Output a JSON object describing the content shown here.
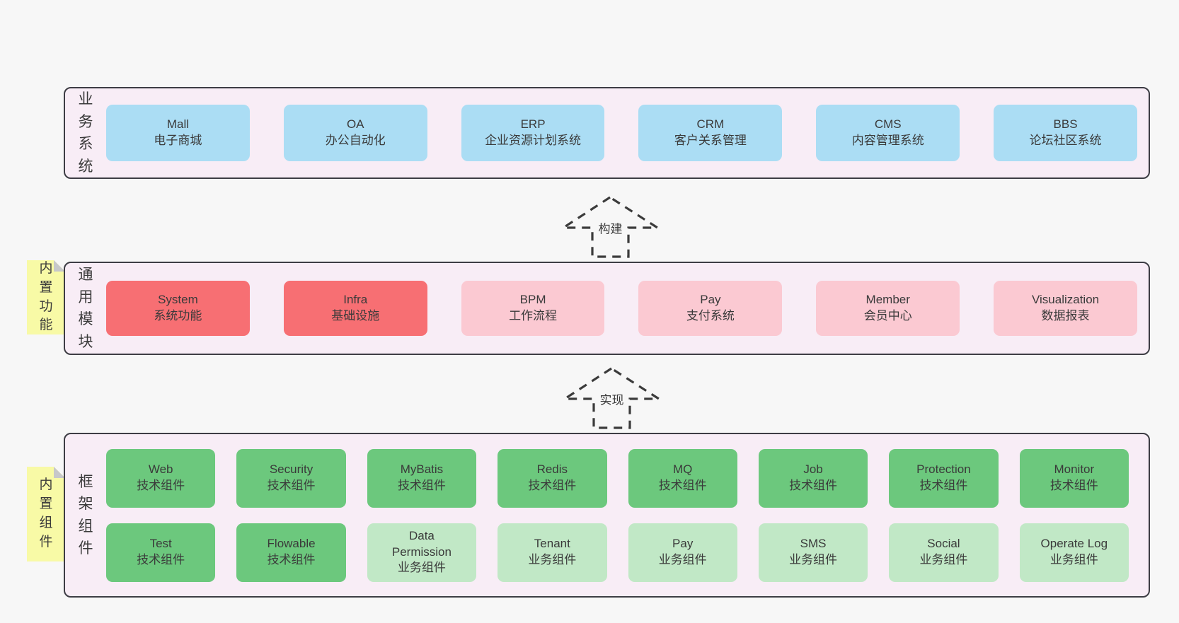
{
  "colors": {
    "page_bg": "#f7f7f7",
    "panel_bg": "#f8edf6",
    "panel_border": "#3d3d44",
    "blue_box": "#abddf4",
    "red_box": "#f76f73",
    "pink_box": "#fbc9d2",
    "green_box": "#6cc87d",
    "light_green_box": "#c1e8c6",
    "sticky_yellow": "#f8faa6",
    "sticky_fold_gray": "#c7c8ca",
    "text": "#3a3a3a"
  },
  "business": {
    "label": "业务系统",
    "boxes": [
      {
        "title": "Mall",
        "subtitle": "电子商城"
      },
      {
        "title": "OA",
        "subtitle": "办公自动化"
      },
      {
        "title": "ERP",
        "subtitle": "企业资源计划系统"
      },
      {
        "title": "CRM",
        "subtitle": "客户关系管理"
      },
      {
        "title": "CMS",
        "subtitle": "内容管理系统"
      },
      {
        "title": "BBS",
        "subtitle": "论坛社区系统"
      }
    ]
  },
  "arrows": {
    "build": "构建",
    "implement": "实现"
  },
  "modules": {
    "label": "通用模块",
    "sticky": "内置功能",
    "boxes": [
      {
        "title": "System",
        "subtitle": "系统功能",
        "variant": "red"
      },
      {
        "title": "Infra",
        "subtitle": "基础设施",
        "variant": "red"
      },
      {
        "title": "BPM",
        "subtitle": "工作流程",
        "variant": "pink"
      },
      {
        "title": "Pay",
        "subtitle": "支付系统",
        "variant": "pink"
      },
      {
        "title": "Member",
        "subtitle": "会员中心",
        "variant": "pink"
      },
      {
        "title": "Visualization",
        "subtitle": "数据报表",
        "variant": "pink"
      }
    ]
  },
  "framework": {
    "label": "框架组件",
    "sticky": "内置组件",
    "row1": [
      {
        "title": "Web",
        "subtitle": "技术组件",
        "variant": "green"
      },
      {
        "title": "Security",
        "subtitle": "技术组件",
        "variant": "green"
      },
      {
        "title": "MyBatis",
        "subtitle": "技术组件",
        "variant": "green"
      },
      {
        "title": "Redis",
        "subtitle": "技术组件",
        "variant": "green"
      },
      {
        "title": "MQ",
        "subtitle": "技术组件",
        "variant": "green"
      },
      {
        "title": "Job",
        "subtitle": "技术组件",
        "variant": "green"
      },
      {
        "title": "Protection",
        "subtitle": "技术组件",
        "variant": "green"
      },
      {
        "title": "Monitor",
        "subtitle": "技术组件",
        "variant": "green"
      }
    ],
    "row2": [
      {
        "title": "Test",
        "subtitle": "技术组件",
        "variant": "green"
      },
      {
        "title": "Flowable",
        "subtitle": "技术组件",
        "variant": "green"
      },
      {
        "title": "Data Permission",
        "subtitle": "业务组件",
        "variant": "lightgreen"
      },
      {
        "title": "Tenant",
        "subtitle": "业务组件",
        "variant": "lightgreen"
      },
      {
        "title": "Pay",
        "subtitle": "业务组件",
        "variant": "lightgreen"
      },
      {
        "title": "SMS",
        "subtitle": "业务组件",
        "variant": "lightgreen"
      },
      {
        "title": "Social",
        "subtitle": "业务组件",
        "variant": "lightgreen"
      },
      {
        "title": "Operate Log",
        "subtitle": "业务组件",
        "variant": "lightgreen"
      }
    ]
  }
}
